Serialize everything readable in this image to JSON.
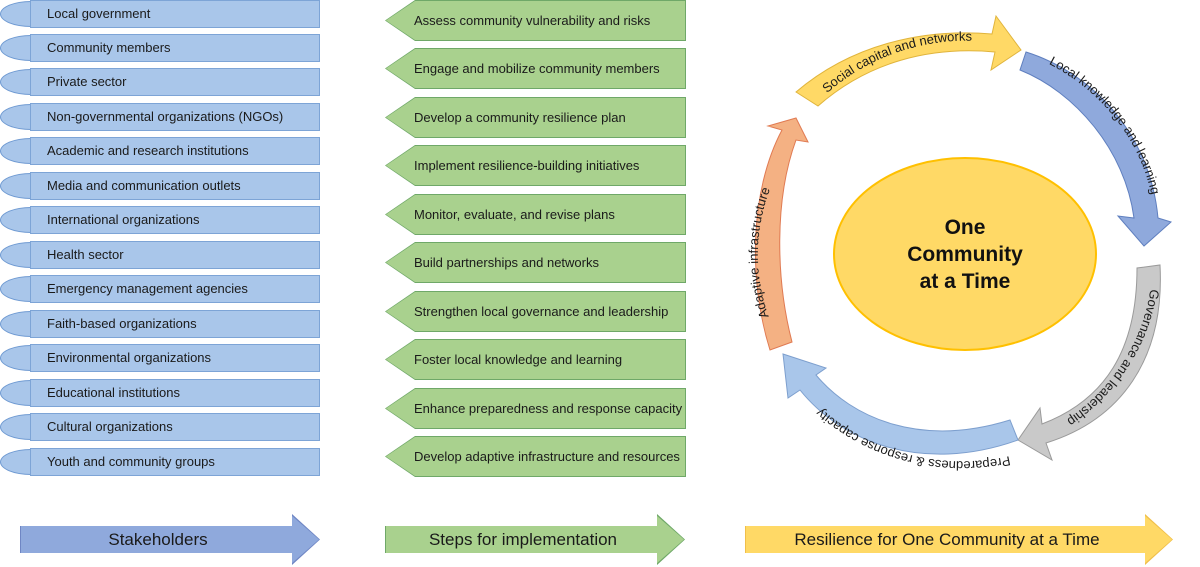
{
  "stakeholders": {
    "items": [
      "Local government",
      "Community members",
      "Private sector",
      "Non-governmental organizations (NGOs)",
      "Academic and research institutions",
      "Media and communication outlets",
      "International organizations",
      "Health sector",
      "Emergency management agencies",
      "Faith-based organizations",
      "Environmental organizations",
      "Educational institutions",
      "Cultural organizations",
      "Youth and community groups"
    ],
    "label": "Stakeholders"
  },
  "steps": {
    "items": [
      "Assess community vulnerability and risks",
      "Engage and mobilize community members",
      "Develop a community resilience plan",
      "Implement resilience-building initiatives",
      "Monitor, evaluate, and revise plans",
      "Build partnerships and networks",
      "Strengthen local governance and leadership",
      "Foster local knowledge and learning",
      "Enhance preparedness and response capacity",
      "Develop adaptive infrastructure and resources"
    ],
    "label": "Steps for implementation"
  },
  "cycle": {
    "center_line1": "One",
    "center_line2": "Community",
    "center_line3": "at a Time",
    "segments": [
      "Social capital and networks",
      "Local knowledge and learning",
      "Governance and leadership",
      "Preparedness & response capacity",
      "Adaptive infrastructure"
    ],
    "label": "Resilience for One Community at a Time"
  },
  "colors": {
    "stakeholder_fill": "#a9c6ea",
    "step_fill": "#a9d18e",
    "circle_fill": "#ffd966",
    "segment_yellow": "#ffd966",
    "segment_blue": "#8fa9dc",
    "segment_gray": "#c9c9c9",
    "segment_lightblue": "#a9c6ea",
    "segment_salmon": "#f4b183"
  }
}
